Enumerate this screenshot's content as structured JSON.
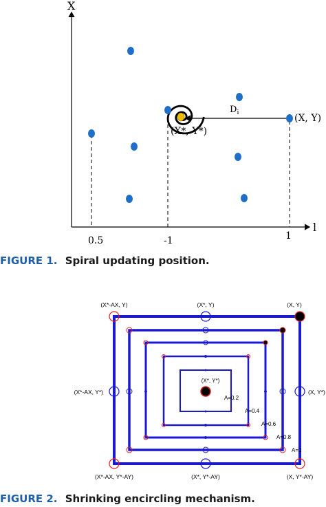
{
  "figure1": {
    "y_axis_label": "X",
    "x_axis_label": "l",
    "tick_labels": [
      "0.5",
      "-1",
      "1"
    ],
    "label_current": "(X, Y)",
    "label_best": "(X*, Y*)",
    "label_distance": "D",
    "label_distance_sub": "i",
    "label_distance_sup": "'",
    "caption_label": "FIGURE 1.",
    "caption_text": "Spiral updating position.",
    "colors": {
      "curve": "#000000",
      "point": "#1f6fc8",
      "best": "#f0c000"
    }
  },
  "figure2": {
    "labels": {
      "top_left": "(X*-AX, Y)",
      "top_mid": "(X*, Y)",
      "top_right": "(X, Y)",
      "mid_left": "(X*-AX, Y*)",
      "center": "(X*, Y*)",
      "mid_right": "(X, Y*)",
      "bottom_left": "(X*-AX, Y*-AY)",
      "bottom_mid": "(X*, Y*-AY)",
      "bottom_right": "(X, Y*-AY)"
    },
    "a_labels": [
      "A=0.2",
      "A=0.4",
      "A=0.6",
      "A=0.8",
      "A=1"
    ],
    "caption_label": "FIGURE 2.",
    "caption_text": "Shrinking encircling mechanism.",
    "colors": {
      "rect": "#1a1acc",
      "circle": "#e02020",
      "dot": "#1a1acc",
      "black": "#000000"
    }
  }
}
